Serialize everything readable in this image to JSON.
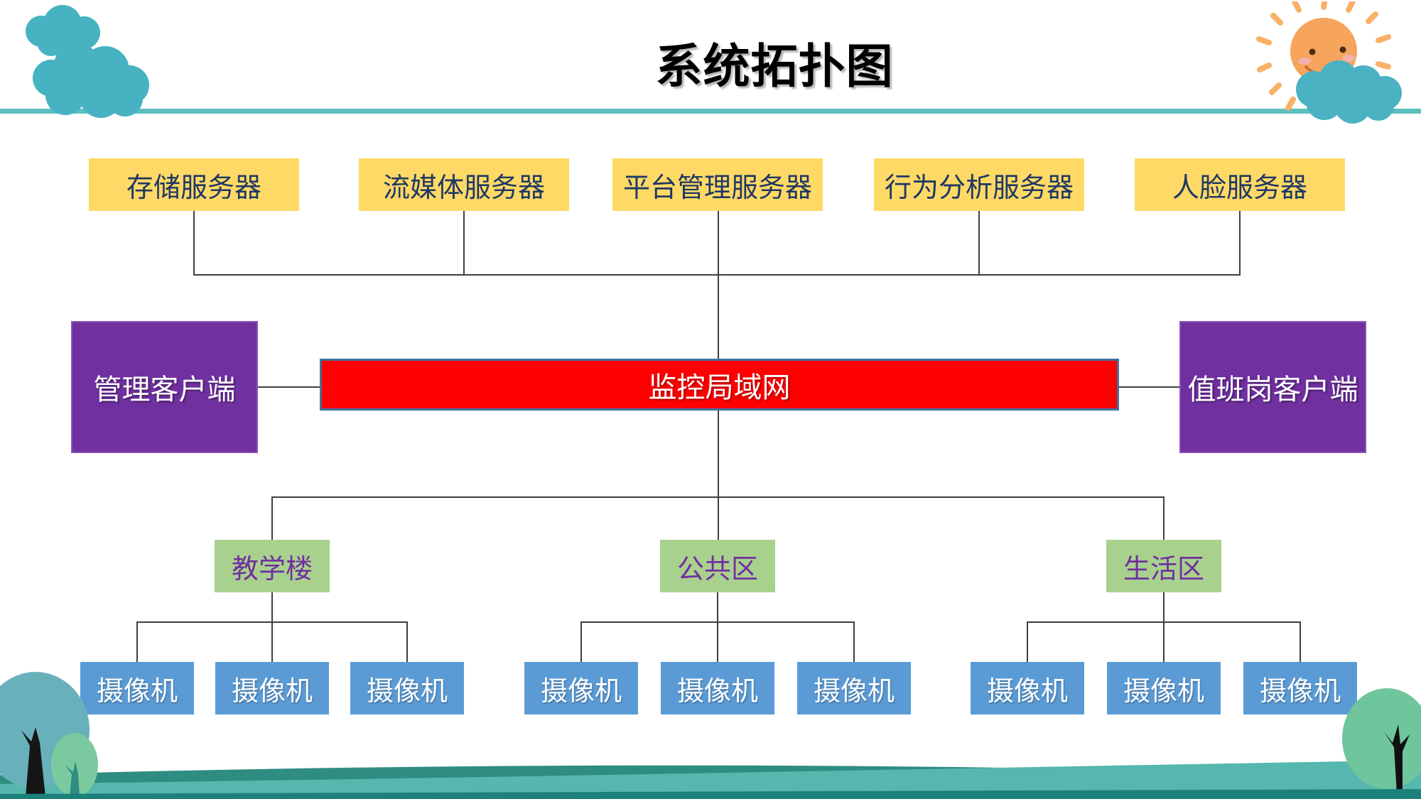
{
  "slide": {
    "title": "系统拓扑图",
    "servers": [
      "存储服务器",
      "流媒体服务器",
      "平台管理服务器",
      "行为分析服务器",
      "人脸服务器"
    ],
    "network": "监控局域网",
    "clients": {
      "left": "管理客户端",
      "right": "值班岗客户端"
    },
    "zones": [
      {
        "label": "教学楼",
        "cameras": [
          "摄像机",
          "摄像机",
          "摄像机"
        ]
      },
      {
        "label": "公共区",
        "cameras": [
          "摄像机",
          "摄像机",
          "摄像机"
        ]
      },
      {
        "label": "生活区",
        "cameras": [
          "摄像机",
          "摄像机",
          "摄像机"
        ]
      }
    ],
    "colors": {
      "server_box": "#FFD966",
      "server_text": "#1F3864",
      "network_box": "#FE0000",
      "network_border": "#41719C",
      "client_box": "#7030A0",
      "zone_box": "#A9D18E",
      "zone_text": "#7030A0",
      "camera_box": "#5B9BD5",
      "divider": "#5BBFBD",
      "connector": "#3F3F3F",
      "cloud": "#47B3C2",
      "sun": "#F7A45C",
      "hill_dark": "#2F8C81",
      "hill_light": "#55B7AD"
    }
  }
}
